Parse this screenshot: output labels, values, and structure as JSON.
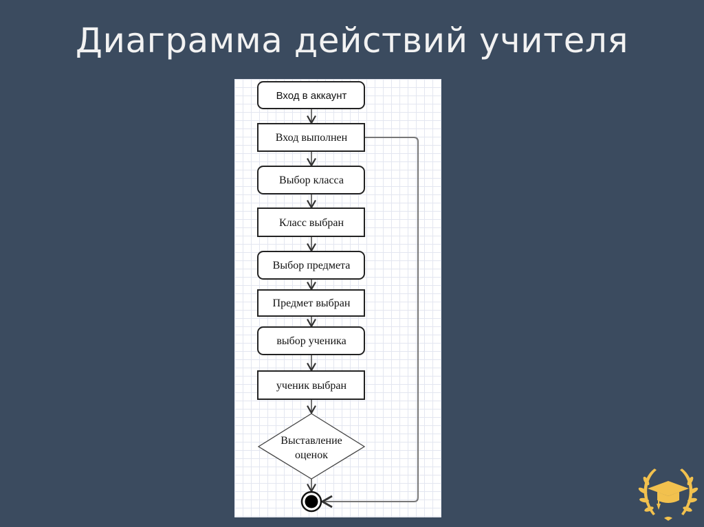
{
  "title": "Диаграмма действий учителя",
  "diagram": {
    "nodes": [
      {
        "id": "n1",
        "kind": "action",
        "label": "Вход в аккаунт"
      },
      {
        "id": "n2",
        "kind": "state",
        "label": "Вход выполнен"
      },
      {
        "id": "n3",
        "kind": "action",
        "label": "Выбор класса"
      },
      {
        "id": "n4",
        "kind": "state",
        "label": "Класс выбран"
      },
      {
        "id": "n5",
        "kind": "action",
        "label": "Выбор предмета"
      },
      {
        "id": "n6",
        "kind": "state",
        "label": "Предмет выбран"
      },
      {
        "id": "n7",
        "kind": "action",
        "label": "выбор ученика"
      },
      {
        "id": "n8",
        "kind": "state",
        "label": "ученик выбран"
      },
      {
        "id": "n9",
        "kind": "decision",
        "label_line1": "Выставление",
        "label_line2": "оценок"
      },
      {
        "id": "n10",
        "kind": "final"
      }
    ],
    "edges": [
      [
        "n1",
        "n2"
      ],
      [
        "n2",
        "n3"
      ],
      [
        "n3",
        "n4"
      ],
      [
        "n4",
        "n5"
      ],
      [
        "n5",
        "n6"
      ],
      [
        "n6",
        "n7"
      ],
      [
        "n7",
        "n8"
      ],
      [
        "n8",
        "n9"
      ],
      [
        "n9",
        "n10"
      ],
      [
        "n2",
        "n10"
      ]
    ]
  },
  "colors": {
    "background": "#3b4b5f",
    "logo": "#f2c14e"
  }
}
